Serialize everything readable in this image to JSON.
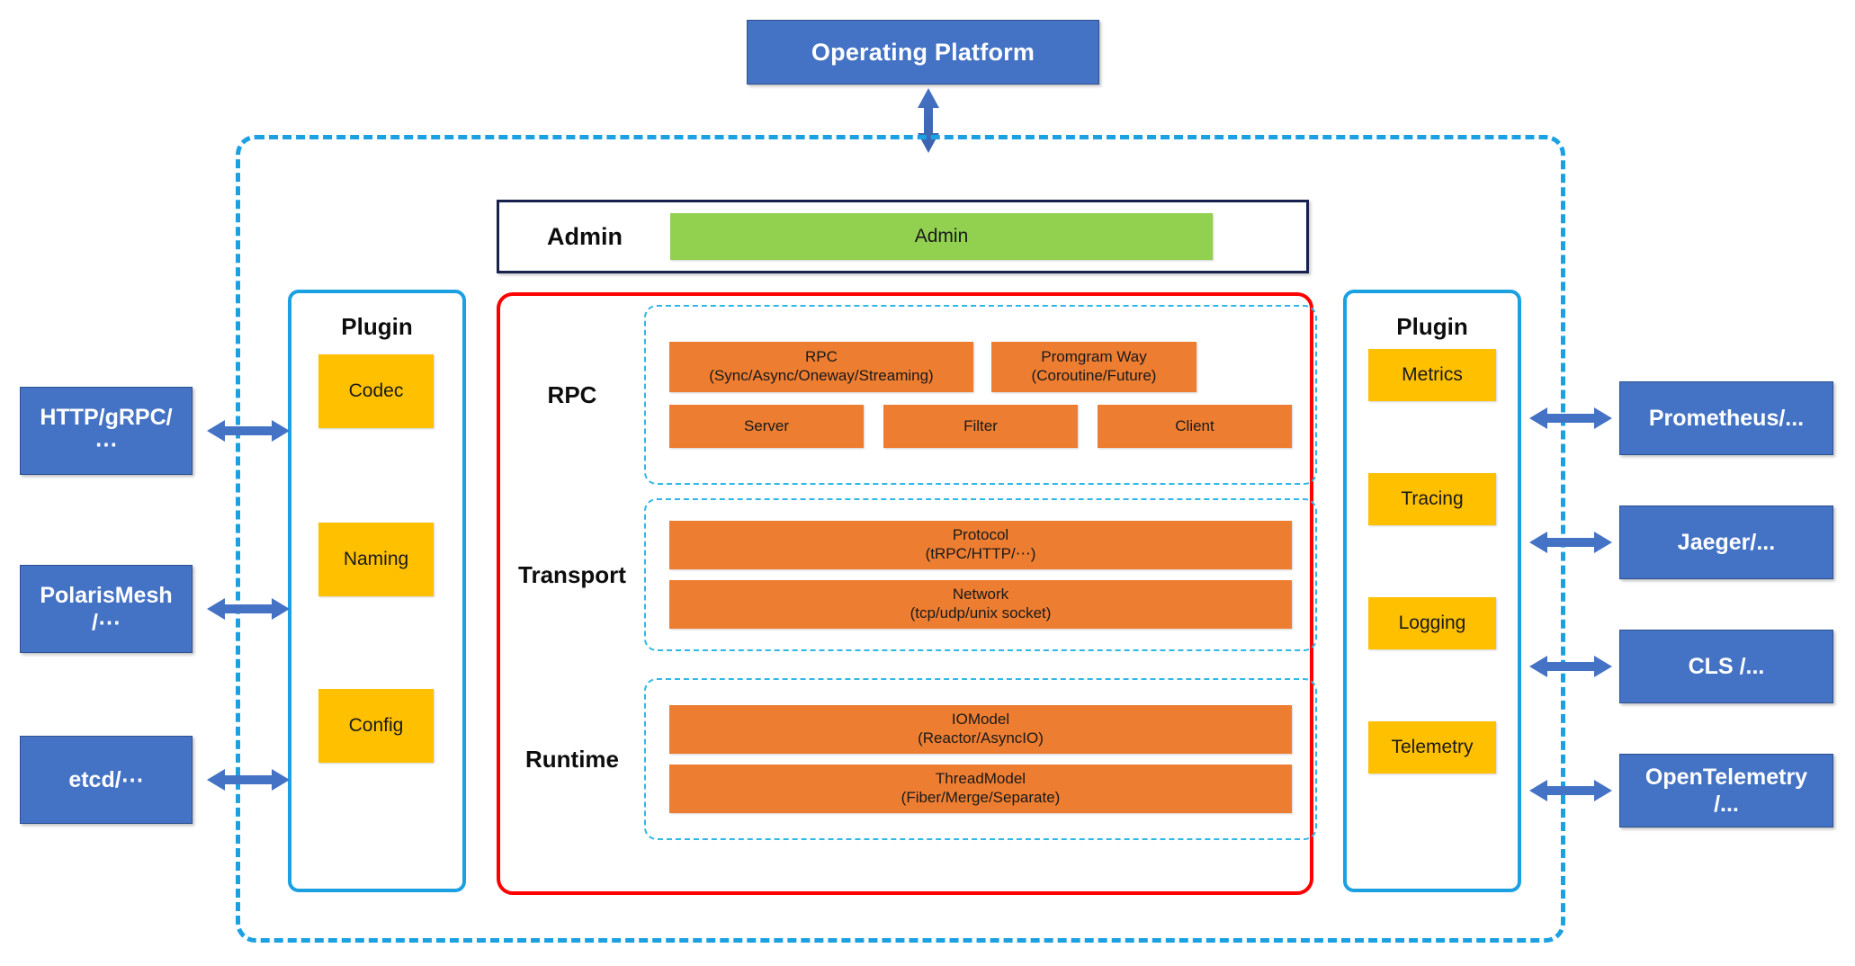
{
  "top": {
    "operating_platform": "Operating Platform",
    "connector_icon": "vertical-double-arrow-icon"
  },
  "admin": {
    "label": "Admin",
    "bar_label": "Admin"
  },
  "core": {
    "layers": [
      {
        "title": "RPC",
        "rows": [
          [
            {
              "label": "RPC\n(Sync/Async/Oneway/Streaming)"
            },
            {
              "label": "Promgram Way\n(Coroutine/Future)"
            }
          ],
          [
            {
              "label": "Server"
            },
            {
              "label": "Filter"
            },
            {
              "label": "Client"
            }
          ]
        ]
      },
      {
        "title": "Transport",
        "rows": [
          [
            {
              "label": "Protocol\n(tRPC/HTTP/⋯)"
            }
          ],
          [
            {
              "label": "Network\n(tcp/udp/unix socket)"
            }
          ]
        ]
      },
      {
        "title": "Runtime",
        "rows": [
          [
            {
              "label": "IOModel\n(Reactor/AsyncIO)"
            }
          ],
          [
            {
              "label": "ThreadModel\n(Fiber/Merge/Separate)"
            }
          ]
        ]
      }
    ]
  },
  "plugin_left": {
    "title": "Plugin",
    "items": [
      "Codec",
      "Naming",
      "Config"
    ]
  },
  "plugin_right": {
    "title": "Plugin",
    "items": [
      "Metrics",
      "Tracing",
      "Logging",
      "Telemetry"
    ]
  },
  "external_left": [
    "HTTP/gRPC/\n⋯",
    "PolarisMesh\n/⋯",
    "etcd/⋯"
  ],
  "external_right": [
    "Prometheus/...",
    "Jaeger/...",
    "CLS /...",
    "OpenTelemetry\n/..."
  ],
  "colors": {
    "accent_blue": "#4472c4",
    "dashed_cyan": "#1ba1e2",
    "core_red": "#ff0000",
    "plugin_yellow": "#ffc000",
    "module_orange": "#ed7d31",
    "admin_green": "#92d050",
    "admin_border": "#17224e"
  },
  "icons": {
    "h_arrow": "horizontal-double-arrow-icon",
    "v_arrow": "vertical-double-arrow-icon"
  }
}
